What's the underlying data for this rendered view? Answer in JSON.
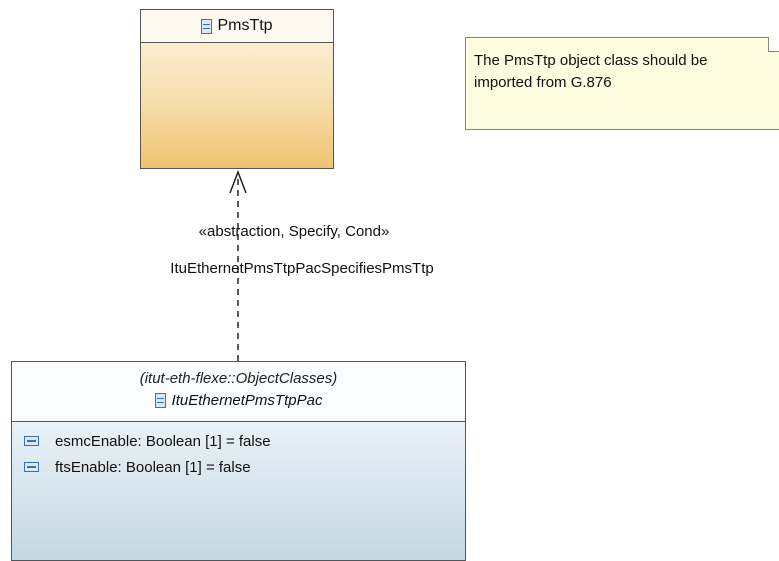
{
  "classes": {
    "pmsttp": {
      "name": "PmsTtp",
      "icon": "class-icon"
    },
    "pac": {
      "package": "(itut-eth-flexe::ObjectClasses)",
      "name": "ItuEthernetPmsTtpPac",
      "icon": "class-icon",
      "attributes": [
        {
          "text": "esmcEnable: Boolean [1] = false",
          "icon": "attribute-icon"
        },
        {
          "text": "ftsEnable: Boolean [1] = false",
          "icon": "attribute-icon"
        }
      ]
    }
  },
  "note": {
    "text": "The PmsTtp object class should be imported from G.876"
  },
  "dependency": {
    "stereotype": "«abstraction, Specify, Cond»",
    "name": "ItuEthernetPmsTtpPacSpecifiesPmsTtp"
  },
  "colors": {
    "pmsttp_gradient_bottom": "#efc370",
    "pac_gradient_bottom": "#c4d7e2",
    "note_fill": "#fffde0",
    "icon_blue": "#3d6fb5"
  }
}
